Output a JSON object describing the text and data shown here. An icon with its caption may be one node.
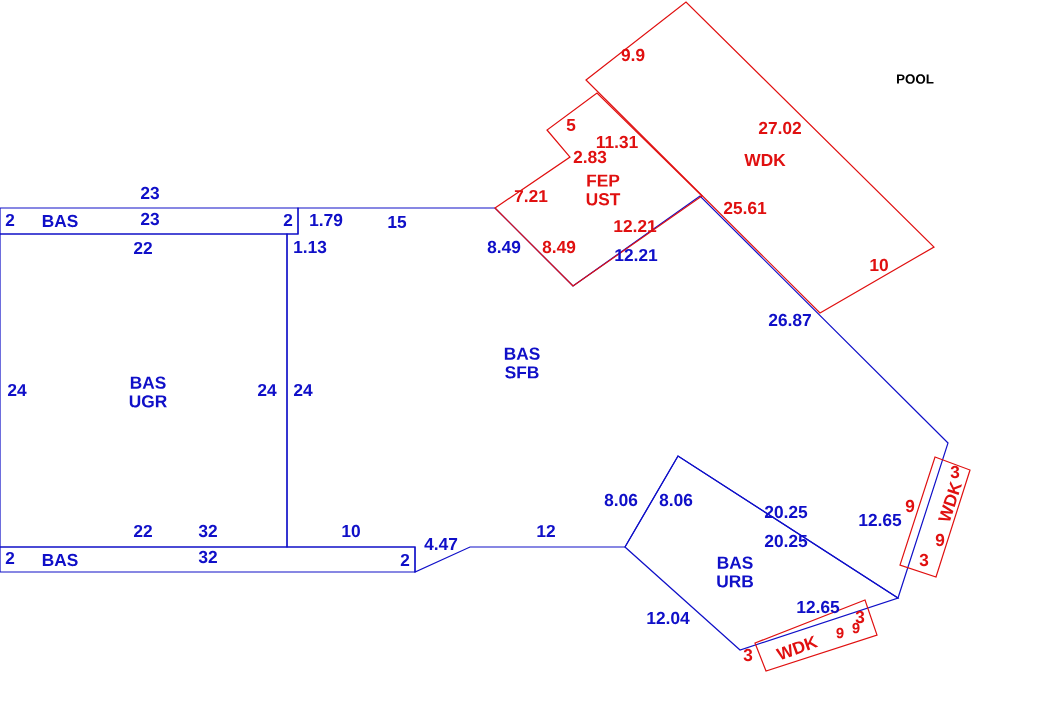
{
  "diagram": {
    "nodes": [
      {
        "text": [
          "BAS"
        ]
      },
      {
        "text": [
          "BAS UGR"
        ]
      },
      {
        "text": [
          "BAS"
        ]
      },
      {
        "text": [
          "BAS SFB"
        ]
      },
      {
        "text": [
          "FEP UST"
        ]
      },
      {
        "text": [
          "WDK"
        ]
      },
      {
        "text": [
          "BAS URB"
        ]
      },
      {
        "text": [
          "WDK"
        ]
      },
      {
        "text": [
          "WDK"
        ]
      }
    ],
    "labels": [
      "9.9",
      "POOL",
      "5",
      "27.02",
      "2.83",
      "11.31",
      "7.21",
      "12.21",
      "25.61",
      "23",
      "2",
      "23",
      "2",
      "1.79",
      "15",
      "22",
      "1.13",
      "8.49",
      "8.49",
      "12.21",
      "10",
      "26.87",
      "24",
      "24",
      "24",
      "3",
      "8.06",
      "8.06",
      "20.25",
      "12.65",
      "9",
      "20.25",
      "9",
      "3",
      "22",
      "32",
      "10",
      "12",
      "4.47",
      "2",
      "32",
      "2",
      "12.04",
      "12.65",
      "3",
      "9",
      "9",
      "3"
    ]
  }
}
